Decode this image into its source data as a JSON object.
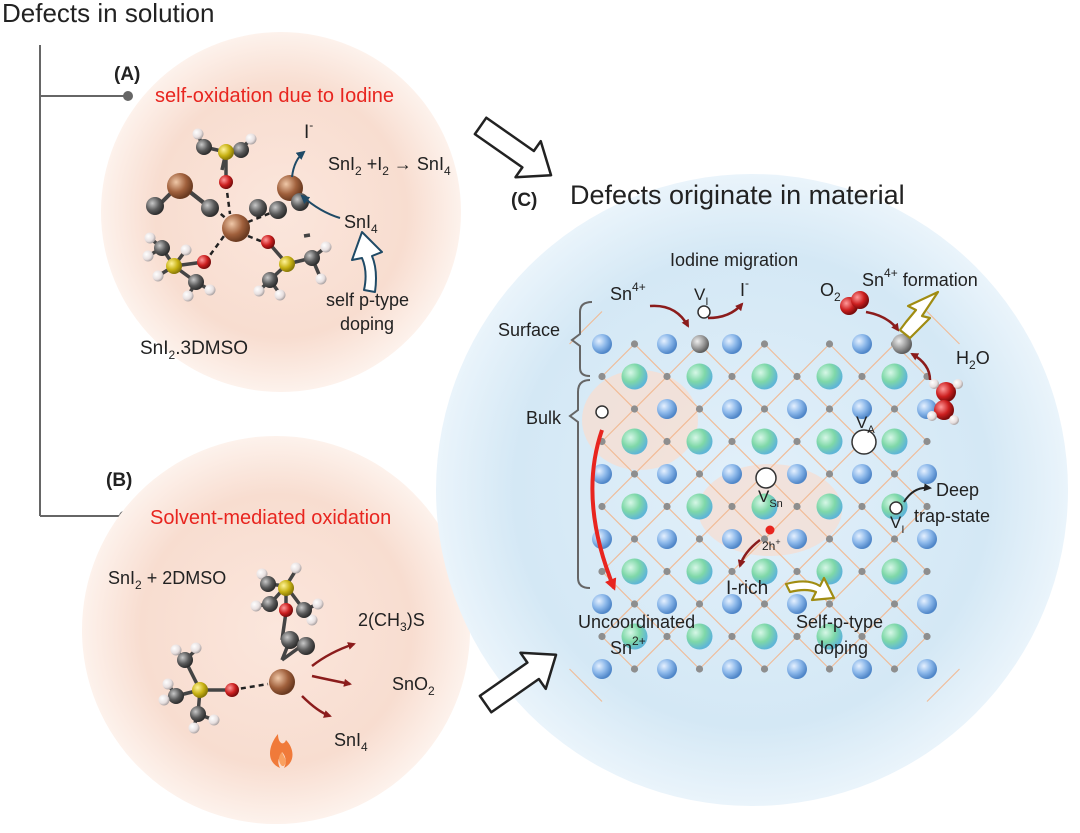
{
  "title": "Defects in solution",
  "panel_a": {
    "label": "(A)",
    "heading": "self-oxidation due to Iodine",
    "reaction_ion": "I",
    "reaction_ion_sup": "-",
    "equation": {
      "p1": "SnI",
      "s1": "2",
      "p2": " +I",
      "s2": "2",
      "p3": " → SnI",
      "s3": "4"
    },
    "product": {
      "main": "SnI",
      "sub": "4"
    },
    "doping": [
      "self p-type",
      "doping"
    ],
    "complex": {
      "main": "SnI",
      "sub": "2",
      "rest": ".3DMSO"
    }
  },
  "panel_b": {
    "label": "(B)",
    "heading": "Solvent-mediated oxidation",
    "reactants": {
      "p1": "SnI",
      "s1": "2",
      "p2": " + 2DMSO"
    },
    "product1": {
      "p1": "2(CH",
      "s1": "3",
      "p2": ")S"
    },
    "product2": {
      "main": "SnO",
      "sub": "2"
    },
    "product3": {
      "main": "SnI",
      "sub": "4"
    },
    "heat_icon": "flame-icon"
  },
  "panel_c": {
    "label": "(C)",
    "heading": "Defects originate in material",
    "iodine_migration": "Iodine migration",
    "sn4": {
      "main": "Sn",
      "sup": "4+"
    },
    "vi_top": {
      "main": "V",
      "sub": "I"
    },
    "iminus": {
      "main": "I",
      "sup": "-"
    },
    "o2": {
      "main": "O",
      "sub": "2"
    },
    "sn4_formation": {
      "main": "Sn",
      "sup": "4+",
      "rest": " formation"
    },
    "h2o": {
      "p1": "H",
      "s1": "2",
      "p2": "O"
    },
    "surface": "Surface",
    "bulk": "Bulk",
    "va": {
      "main": "V",
      "sub": "A"
    },
    "vsn": {
      "main": "V",
      "sub": "Sn"
    },
    "hole": {
      "main": "2h",
      "sup": "+"
    },
    "vi_bottom": {
      "main": "V",
      "sub": "I"
    },
    "deep": [
      "Deep",
      "trap-state"
    ],
    "i_rich": "I-rich",
    "uncoordinated": {
      "line1": "Uncoordinated",
      "main": "Sn",
      "sup": "2+"
    },
    "self_doping": [
      "Self-p-type",
      "doping"
    ]
  },
  "colors": {
    "accent_red": "#e8251f",
    "arrow_dark_red": "#8b1c1c",
    "panel_a_fill": "#f8ddd0",
    "panel_c_fill": "#d6e9f6",
    "lattice_line": "#f2b890",
    "sn_brown": "#a0603c",
    "s_yellow": "#c8b214",
    "o_red": "#cc1f1f",
    "green_cation": "#7fd8a8",
    "blue_iodide": "#8cb8ea"
  }
}
